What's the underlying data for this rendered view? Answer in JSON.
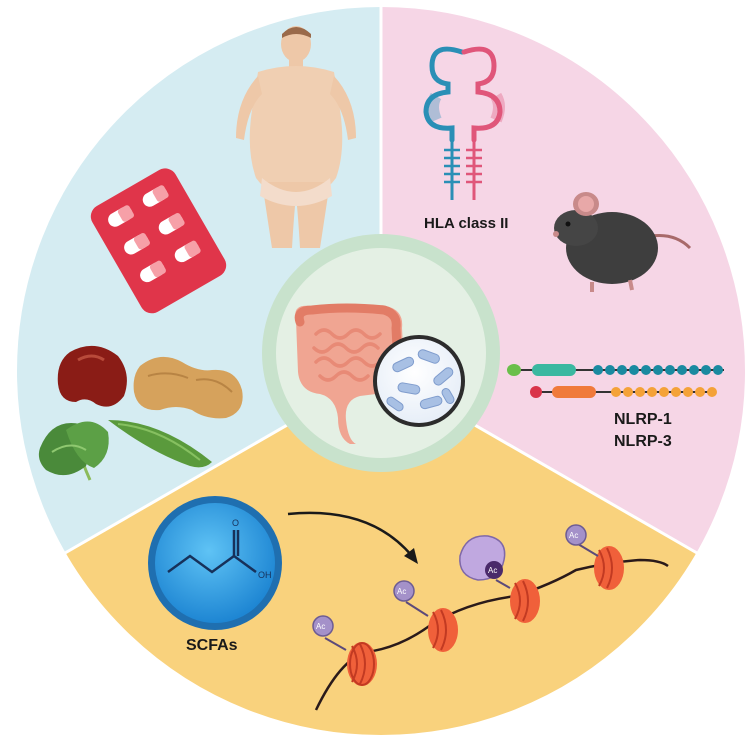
{
  "labels": {
    "hla": "HLA class II",
    "nlrp1": "NLRP-1",
    "nlrp3": "NLRP-3",
    "scfas": "SCFAs",
    "oh": "OH",
    "o": "O",
    "ac": "Ac"
  },
  "colors": {
    "left_sector": "#d5ecf2",
    "right_sector": "#f6d6e6",
    "bottom_sector": "#f9d27d",
    "center_ring": "#c8e2cc",
    "center_fill": "#e4f0e4",
    "hla_blue": "#2a8fb6",
    "hla_pink": "#e0567a",
    "nucleosome": "#f0603a",
    "acetyl": "#a491c9",
    "scfa_circle": "#1e8fd8"
  },
  "icons": [
    "obese-human-icon",
    "pill-blister-icon",
    "kidney-bean-icon",
    "peanut-icon",
    "spinach-icon",
    "pea-pod-icon",
    "hla-molecule-icon",
    "mouse-icon",
    "nlrp-domain-icon",
    "intestine-icon",
    "bacteria-icon",
    "butyrate-molecule-icon",
    "chromatin-icon"
  ]
}
